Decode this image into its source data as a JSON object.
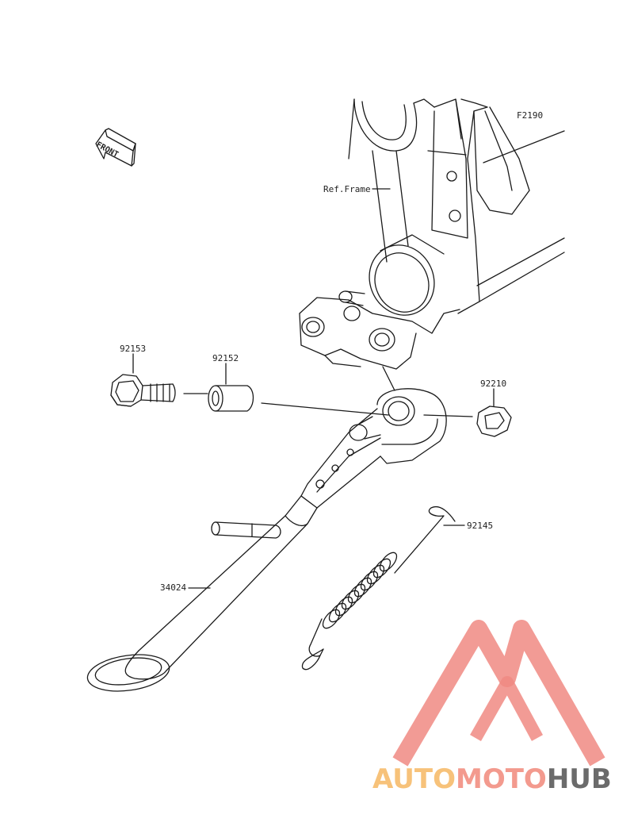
{
  "diagram": {
    "figure_code": "F2190",
    "ref_label": "Ref.Frame",
    "front_arrow_label": "FRONT",
    "parts": [
      {
        "number": "92153"
      },
      {
        "number": "92152"
      },
      {
        "number": "92210"
      },
      {
        "number": "92145"
      },
      {
        "number": "34024"
      }
    ]
  },
  "watermark": {
    "word_part_1": "AUTO",
    "word_part_2": "MOTO",
    "word_part_3": "HUB",
    "colors": {
      "part_1": "#f7c27a",
      "part_2": "#f39a8e",
      "part_3": "#6b6b6b",
      "triangle": "#f08a82"
    }
  },
  "colors": {
    "line": "#1a1a1a",
    "background": "#ffffff"
  }
}
